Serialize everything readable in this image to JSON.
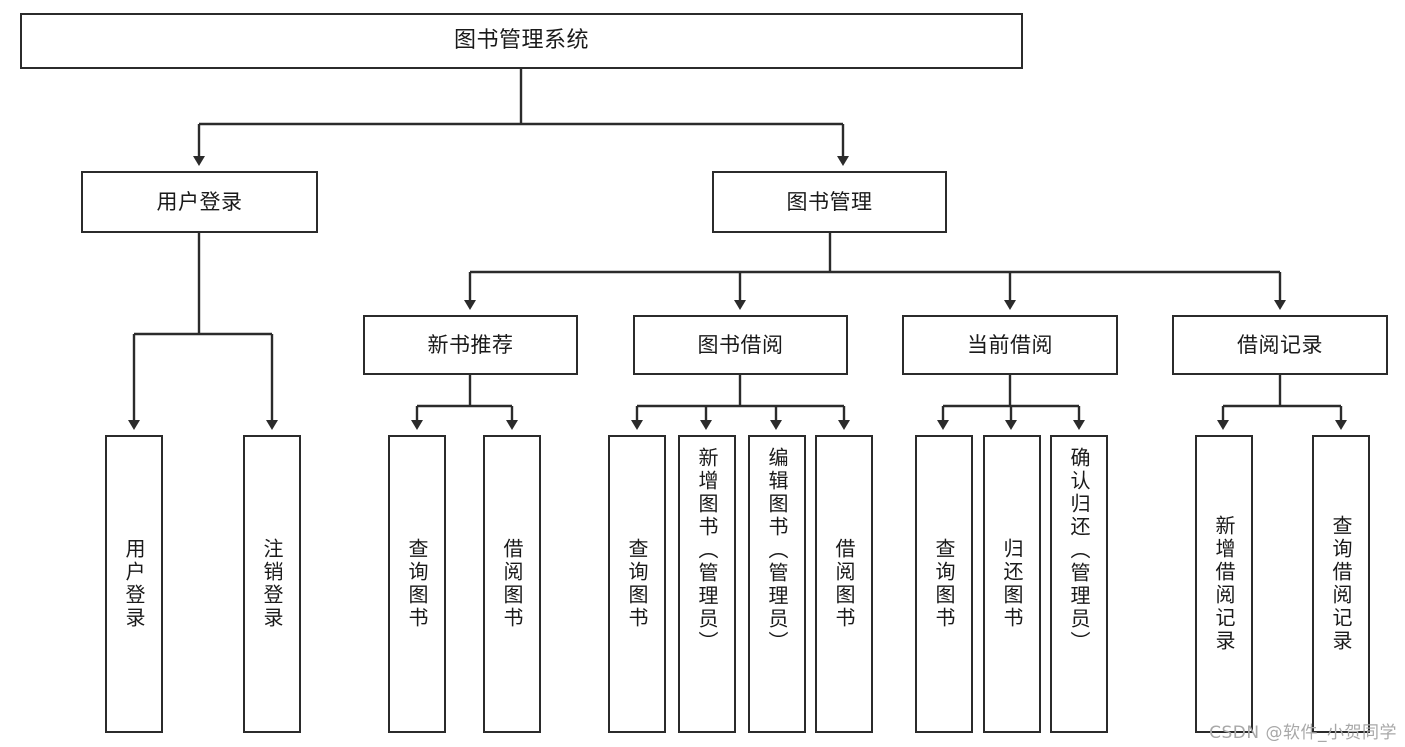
{
  "diagram": {
    "type": "tree-hierarchy-flowchart",
    "title": "图书管理系统",
    "root": {
      "label": "图书管理系统"
    },
    "level2": [
      {
        "label": "用户登录"
      },
      {
        "label": "图书管理"
      }
    ],
    "level3": [
      {
        "label": "新书推荐"
      },
      {
        "label": "图书借阅"
      },
      {
        "label": "当前借阅"
      },
      {
        "label": "借阅记录"
      }
    ],
    "leaves": {
      "user_login": [
        {
          "label": "用户登录"
        },
        {
          "label": "注销登录"
        }
      ],
      "new_book_recommend": [
        {
          "label": "查询图书"
        },
        {
          "label": "借阅图书"
        }
      ],
      "book_borrow": [
        {
          "label": "查询图书"
        },
        {
          "label": "新增图书（管理员）"
        },
        {
          "label": "编辑图书（管理员）"
        },
        {
          "label": "借阅图书"
        }
      ],
      "current_borrow": [
        {
          "label": "查询图书"
        },
        {
          "label": "归还图书"
        },
        {
          "label": "确认归还（管理员）"
        }
      ],
      "borrow_records": [
        {
          "label": "新增借阅记录"
        },
        {
          "label": "查询借阅记录"
        }
      ]
    }
  },
  "watermark": {
    "text": "CSDN @软件_小贺同学"
  },
  "colors": {
    "border": "#2b2b2b",
    "text": "#1a1a1a",
    "background": "#ffffff",
    "watermark": "#a8a8a8"
  }
}
